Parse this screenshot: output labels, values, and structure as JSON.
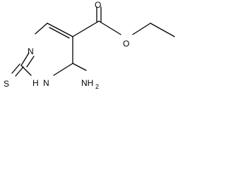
{
  "molecule": {
    "atoms": {
      "ring_n_top": "N",
      "ring_nh": "H",
      "ring_nh_n": "N",
      "thione_s": "S",
      "amino_n": "NH",
      "amino_sub": "2",
      "ester_o_carbonyl": "O",
      "ester_o_ether": "O"
    }
  }
}
